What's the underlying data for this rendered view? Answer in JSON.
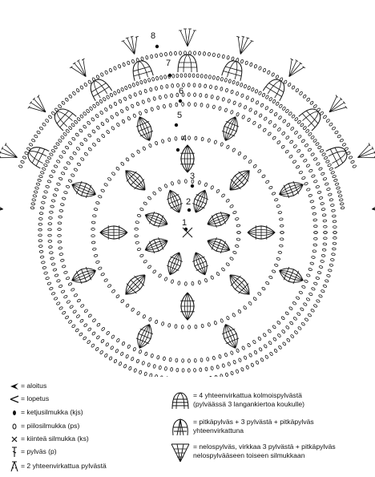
{
  "round_numbers": [
    "1",
    "2",
    "3",
    "4",
    "5",
    "6",
    "7",
    "8"
  ],
  "legend": {
    "left": [
      {
        "icon": "start-arrow-icon",
        "text": "= aloitus"
      },
      {
        "icon": "end-arrow-icon",
        "text": "= lopetus"
      },
      {
        "icon": "chain-stitch-icon",
        "text": "= ketjusilmukka (kjs)"
      },
      {
        "icon": "picot-icon",
        "text": "= piilosilmukka (ps)"
      },
      {
        "icon": "single-crochet-icon",
        "text": "= kiinteä silmukka (ks)"
      },
      {
        "icon": "double-crochet-icon",
        "text": "= pylväs (p)"
      },
      {
        "icon": "dc2tog-icon",
        "text": "= 2 yhteenvirkattua pylvästä"
      }
    ],
    "right": [
      {
        "icon": "quad-treble-cluster-icon",
        "lines": [
          "= 4 yhteenvirkattua kolmoispylvästä",
          "(pylväässä 3 langankiertoa koukulle)"
        ]
      },
      {
        "icon": "tr-3dc-tr-cluster-icon",
        "lines": [
          "= pitkäpylväs + 3 pylvästä + pitkäpylväs",
          "yhteenvirkattuna"
        ]
      },
      {
        "icon": "fan-cluster-icon",
        "lines": [
          "= nelospylväs, virkkaa 3 pylvästä + pitkäpylväs",
          "nelospylvääseen toiseen silmukkaan"
        ]
      }
    ]
  }
}
